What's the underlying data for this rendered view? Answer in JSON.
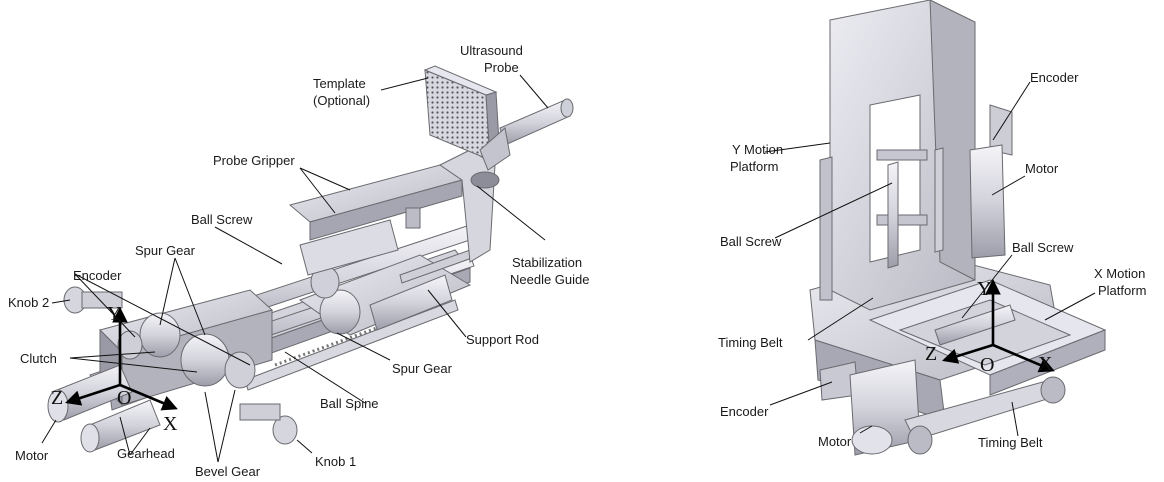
{
  "left_figure": {
    "labels": {
      "ultrasound_probe": [
        "Ultrasound",
        "Probe"
      ],
      "template": [
        "Template",
        "(Optional)"
      ],
      "probe_gripper": "Probe Gripper",
      "ball_screw": "Ball Screw",
      "spur_gear_top": "Spur Gear",
      "encoder": "Encoder",
      "knob_2": "Knob 2",
      "clutch": "Clutch",
      "stabilization_needle_guide": [
        "Stabilization",
        "Needle Guide"
      ],
      "support_rod": "Support Rod",
      "spur_gear_mid": "Spur Gear",
      "ball_spine": "Ball Spine",
      "motor": "Motor",
      "gearhead": "Gearhead",
      "bevel_gear": "Bevel Gear",
      "knob_1": "Knob 1"
    },
    "axes": {
      "x": "X",
      "y": "Y",
      "z": "Z",
      "origin": "O"
    }
  },
  "right_figure": {
    "labels": {
      "y_motion_platform": [
        "Y Motion",
        "Platform"
      ],
      "encoder_top": "Encoder",
      "motor_top": "Motor",
      "ball_screw_left": "Ball Screw",
      "ball_screw_right": "Ball Screw",
      "x_motion_platform": [
        "X Motion",
        "Platform"
      ],
      "timing_belt_left": "Timing Belt",
      "encoder_bottom": "Encoder",
      "motor_bottom": "Motor",
      "timing_belt_bottom": "Timing Belt"
    },
    "axes": {
      "x": "X",
      "y": "Y",
      "z": "Z",
      "origin": "O"
    }
  },
  "colors": {
    "metal_light": "#e4e4ea",
    "metal_mid": "#c9c9d2",
    "metal_dark": "#9c9ca8",
    "outline": "#6a6a70",
    "text": "#1a1a1a"
  }
}
